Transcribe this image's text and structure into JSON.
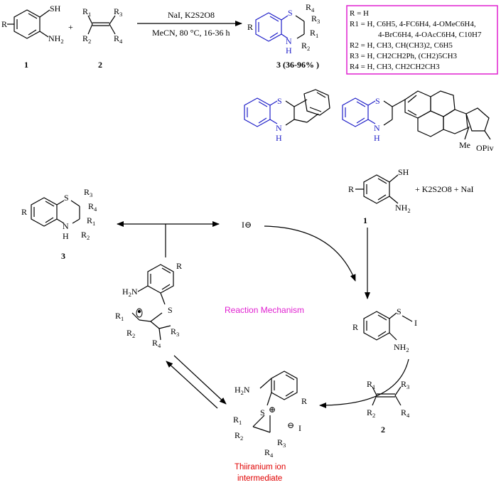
{
  "reaction": {
    "conditions_line1": "NaI, K2S2O8",
    "conditions_line2": "MeCN, 80 °C, 16-36 h",
    "compound_1_label": "1",
    "compound_2_label": "2",
    "compound_3_label": "3 (36-96% )",
    "plus": "+"
  },
  "substituent_box": {
    "lines": [
      "R = H",
      "R1 = H, C6H5, 4-FC6H4, 4-OMeC6H4,",
      "4-BrC6H4, 4-OAcC6H4, C10H7",
      "R2 = H, CH3, CH(CH3)2, C6H5",
      "R3 = H, CH2CH2Ph, (CH2)5CH3",
      "R4 = H, CH3, CH2CH2CH3"
    ],
    "border_color": "#e020d0"
  },
  "examples": {
    "me_label": "Me",
    "opiv_label": "OPiv"
  },
  "mechanism": {
    "title": "Reaction Mechanism",
    "title_color": "#e020d0",
    "reagents": "+ K2S2O8 + NaI",
    "iodide": "I⊖",
    "start_label": "1",
    "product_label": "3",
    "alkene_label": "2",
    "intermediate_caption_line1": "Thiiranium ion",
    "intermediate_caption_line2": "intermediate",
    "intermediate_color": "#e00000"
  }
}
